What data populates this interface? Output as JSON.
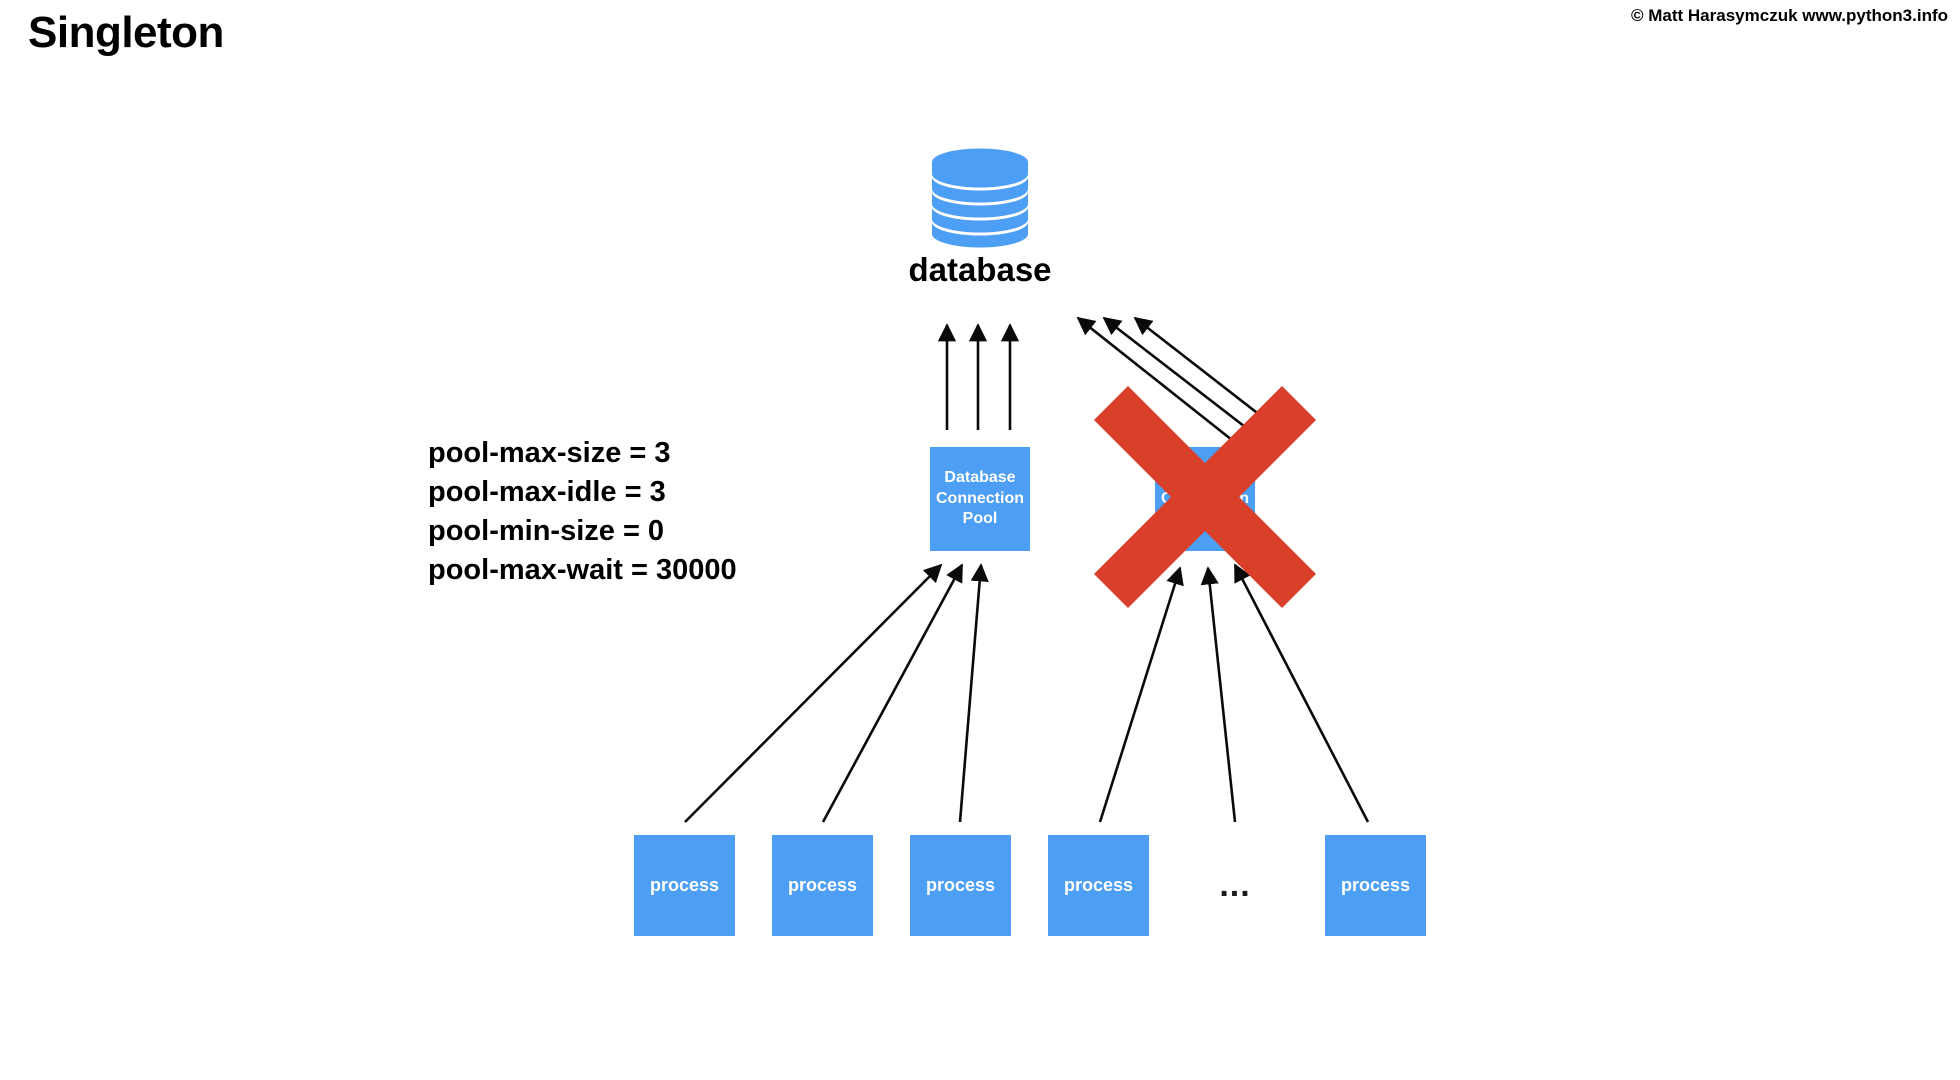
{
  "slide": {
    "title": "Singleton",
    "copyright": "© Matt Harasymczuk www.python3.info",
    "background_color": "#ffffff"
  },
  "palette": {
    "node_blue": "#4d9ef5",
    "cross_red": "#d93f29",
    "arrow_black": "#0a0a0a",
    "text_black": "#000000",
    "node_text": "#ffffff"
  },
  "diagram": {
    "type": "architecture-diagram",
    "datastore": {
      "icon": "database-cylinder-icon",
      "label": "database",
      "color": "#4d9ef5",
      "disk_layers": 6
    },
    "pools": [
      {
        "id": "pool-1",
        "label": "Database Connection Pool",
        "lines": [
          "Database",
          "Connection",
          "Pool"
        ],
        "color": "#4d9ef5",
        "crossed_out": false,
        "connections_to_database": 3
      },
      {
        "id": "pool-2",
        "label": "Database Connection Pool",
        "lines": [
          "Database",
          "Connection",
          "Pool"
        ],
        "color": "#4d9ef5",
        "crossed_out": true,
        "cross_color": "#d93f29",
        "connections_to_database": 3
      }
    ],
    "processes": [
      {
        "label": "process"
      },
      {
        "label": "process"
      },
      {
        "label": "process"
      },
      {
        "label": "process"
      },
      {
        "label": "process"
      }
    ],
    "ellipsis": "...",
    "config": {
      "lines": [
        "pool-max-size = 3",
        "pool-max-idle = 3",
        "pool-min-size = 0",
        "pool-max-wait = 30000"
      ],
      "entries": [
        {
          "key": "pool-max-size",
          "value": "3"
        },
        {
          "key": "pool-max-idle",
          "value": "3"
        },
        {
          "key": "pool-min-size",
          "value": "0"
        },
        {
          "key": "pool-max-wait",
          "value": "30000"
        }
      ]
    }
  }
}
